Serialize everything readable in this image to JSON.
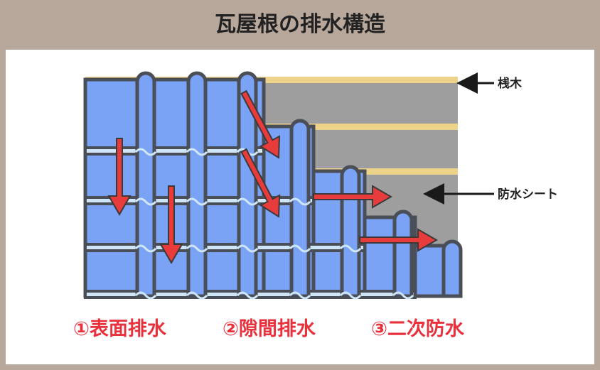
{
  "title": "瓦屋根の排水構造",
  "labels": {
    "batten": "桟木",
    "waterproof_sheet": "防水シート"
  },
  "methods": [
    {
      "label": "①表面排水"
    },
    {
      "label": "②隙間排水"
    },
    {
      "label": "③二次防水"
    }
  ],
  "colors": {
    "background": "#b8a79b",
    "panel": "#ffffff",
    "tile": "#7ba3f5",
    "tile_outline": "#4a4f57",
    "sheet": "#9e9e9e",
    "batten": "#edd28a",
    "water": "#cfe6f7",
    "arrow": "#e83b3b",
    "method_text": "#e8313c"
  }
}
